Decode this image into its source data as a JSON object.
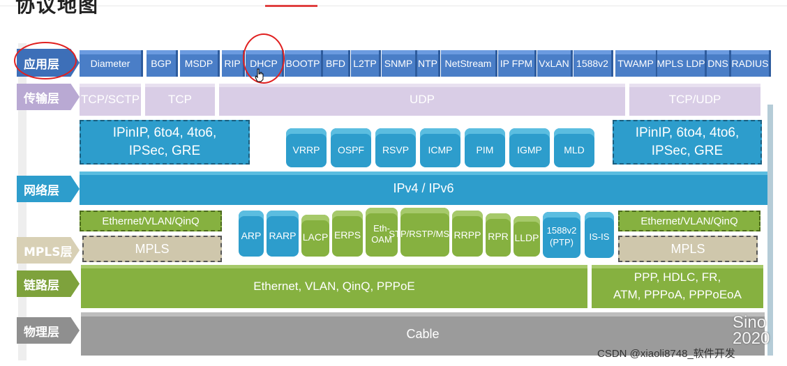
{
  "title": "协议地图",
  "layers": {
    "app": "应用层",
    "transport": "传输层",
    "network": "网络层",
    "mpls": "MPLS层",
    "link": "链路层",
    "physical": "物理层"
  },
  "application": [
    "Diameter",
    "BGP",
    "MSDP",
    "RIP",
    "DHCP",
    "BOOTP",
    "BFD",
    "L2TP",
    "SNMP",
    "NTP",
    "NetStream",
    "IP FPM",
    "VxLAN",
    "1588v2",
    "TWAMP",
    "MPLS LDP",
    "DNS",
    "RADIUS"
  ],
  "transport": [
    "TCP/SCTP",
    "TCP",
    "UDP",
    "TCP/UDP"
  ],
  "tunnels": {
    "line1": "IPinIP, 6to4, 4to6,",
    "line2": "IPSec, GRE"
  },
  "network_protocols": [
    "VRRP",
    "OSPF",
    "RSVP",
    "ICMP",
    "PIM",
    "IGMP",
    "MLD"
  ],
  "network_bar": "IPv4 / IPv6",
  "ethernet_vlan_qinq": "Ethernet/VLAN/QinQ",
  "mpls": "MPLS",
  "link_protocols": [
    "ARP",
    "RARP",
    "LACP",
    "ERPS",
    "Eth-OAM",
    "STP/RSTP/MSTP",
    "RRPP",
    "RPR",
    "LLDP",
    "1588v2 (PTP)",
    "IS-IS"
  ],
  "link_main": "Ethernet, VLAN, QinQ, PPPoE",
  "link_wan": {
    "line1": "PPP, HDLC, FR,",
    "line2": "ATM, PPPoA, PPPoEoA"
  },
  "physical": "Cable",
  "watermark_corner": "Sino 2020",
  "footer_credit": "CSDN @xiaoli8748_软件开发",
  "colors": {
    "app": "#4a7ec7",
    "transport": "#d9cde6",
    "network": "#2d9dcc",
    "link": "#86b140",
    "physical": "#9b9b9b",
    "highlight": "#e02020"
  }
}
